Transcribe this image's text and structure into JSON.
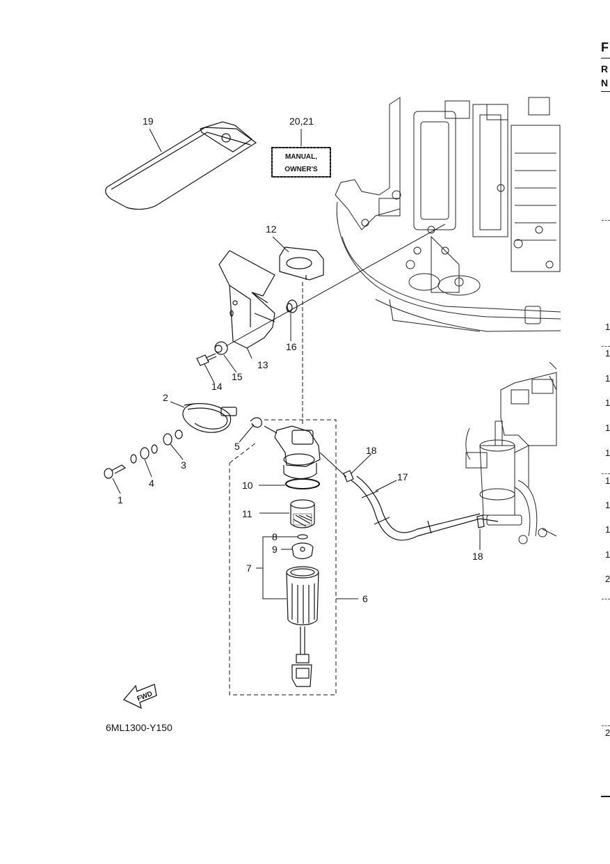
{
  "callouts": [
    {
      "id": "c1",
      "text": "1"
    },
    {
      "id": "c2",
      "text": "2"
    },
    {
      "id": "c3",
      "text": "3"
    },
    {
      "id": "c4",
      "text": "4"
    },
    {
      "id": "c5",
      "text": "5"
    },
    {
      "id": "c6",
      "text": "6"
    },
    {
      "id": "c7",
      "text": "7"
    },
    {
      "id": "c8",
      "text": "8"
    },
    {
      "id": "c9",
      "text": "9"
    },
    {
      "id": "c10",
      "text": "10"
    },
    {
      "id": "c11",
      "text": "11"
    },
    {
      "id": "c12",
      "text": "12"
    },
    {
      "id": "c13",
      "text": "13"
    },
    {
      "id": "c14",
      "text": "14"
    },
    {
      "id": "c15",
      "text": "15"
    },
    {
      "id": "c16",
      "text": "16"
    },
    {
      "id": "c17",
      "text": "17"
    },
    {
      "id": "c18a",
      "text": "18"
    },
    {
      "id": "c18b",
      "text": "18"
    },
    {
      "id": "c19",
      "text": "19"
    },
    {
      "id": "c2021",
      "text": "20,21"
    }
  ],
  "manual_label": {
    "line1": "MANUAL,",
    "line2": "OWNER'S"
  },
  "fwd_label": "FWD",
  "doc_code": "6ML1300-Y150",
  "right_edge": {
    "letters": [
      "F",
      "R",
      "N"
    ],
    "numbers": [
      "1",
      "1",
      "1",
      "1",
      "1",
      "1",
      "1",
      "1",
      "1",
      "1",
      "2",
      "2"
    ]
  }
}
